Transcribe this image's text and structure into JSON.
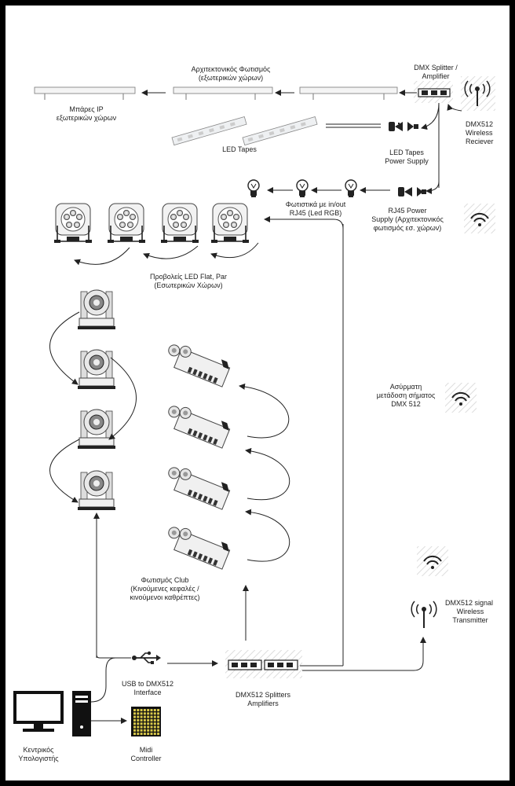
{
  "labels": {
    "ip_bars": [
      "Μπάρες IP",
      "εξωτερικών χώρων"
    ],
    "arch_lighting": [
      "Αρχιτεκτονικός Φωτισμός",
      "(εξωτερικών χώρων)"
    ],
    "dmx_splitter_top": [
      "DMX Splitter /",
      "Amplifier"
    ],
    "wireless_receiver": [
      "DMX512",
      "Wireless",
      "Reciever"
    ],
    "led_tapes": "LED Tapes",
    "led_tapes_psu": [
      "LED Tapes",
      "Power Supply"
    ],
    "rj45_fixtures": [
      "Φωτιστικά με in/out",
      "RJ45 (Led RGB)"
    ],
    "rj45_psu": [
      "RJ45 Power",
      "Supply (Αρχιτεκτονικός",
      "φωτισμός εσ. χώρων)"
    ],
    "led_pars": [
      "Προβολείς LED Flat, Par",
      "(Εσωτερικών Χώρων)"
    ],
    "wireless_transmission": [
      "Ασύρματη",
      "μετάδοση σήματος",
      "DMX 512"
    ],
    "club_lighting": [
      "Φωτισμός Club",
      "(Κινούμενες κεφαλές /",
      "κινούμενοι καθρέπτες)"
    ],
    "wireless_transmitter": [
      "DMX512 signal",
      "Wireless",
      "Transmitter"
    ],
    "usb_interface": [
      "USB to DMX512",
      "Interface"
    ],
    "dmx_splitters": [
      "DMX512 Splitters",
      "Amplifiers"
    ],
    "computer": [
      "Κεντρικός",
      "Υπολογιστής"
    ],
    "midi": [
      "Midi",
      "Controller"
    ]
  },
  "colors": {
    "frame": "#000000",
    "background": "#ffffff",
    "line": "#222222",
    "midi_led": "#d8c84a"
  },
  "icons": {
    "bulbs": 3,
    "led_pars": 4,
    "moving_heads": 4,
    "scanners": 4,
    "bars": 3,
    "tapes": 2
  }
}
